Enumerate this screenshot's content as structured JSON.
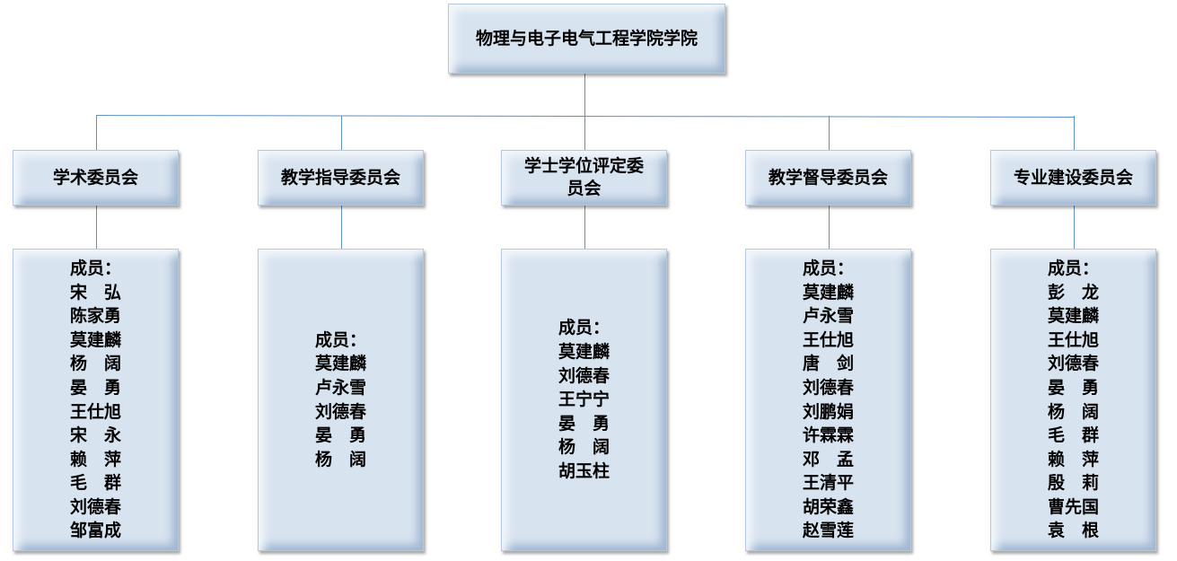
{
  "root": {
    "title": "物理与电子电气工程学院学院"
  },
  "members_label": "成员：",
  "committees": [
    {
      "name": "学术委员会",
      "members": [
        "宋　弘",
        "陈家勇",
        "莫建麟",
        "杨　阔",
        "晏　勇",
        "王仕旭",
        "宋　永",
        "赖　萍",
        "毛　群",
        "刘德春",
        "邹富成"
      ]
    },
    {
      "name": "教学指导委员会",
      "members": [
        "莫建麟",
        "卢永雪",
        "刘德春",
        "晏　勇",
        "杨　阔"
      ]
    },
    {
      "name": "学士学位评定委员会",
      "members": [
        "莫建麟",
        "刘德春",
        "王宁宁",
        "晏　勇",
        "杨　阔",
        "胡玉柱"
      ]
    },
    {
      "name": "教学督导委员会",
      "members": [
        "莫建麟",
        "卢永雪",
        "王仕旭",
        "唐　剑",
        "刘德春",
        "刘鹏娟",
        "许霖霖",
        "邓　孟",
        "王清平",
        "胡荣鑫",
        "赵雪莲"
      ]
    },
    {
      "name": "专业建设委员会",
      "members": [
        "彭　龙",
        "莫建麟",
        "王仕旭",
        "刘德春",
        "晏　勇",
        "杨　阔",
        "毛　群",
        "赖　萍",
        "殷　莉",
        "曹先国",
        "袁　根"
      ]
    }
  ]
}
